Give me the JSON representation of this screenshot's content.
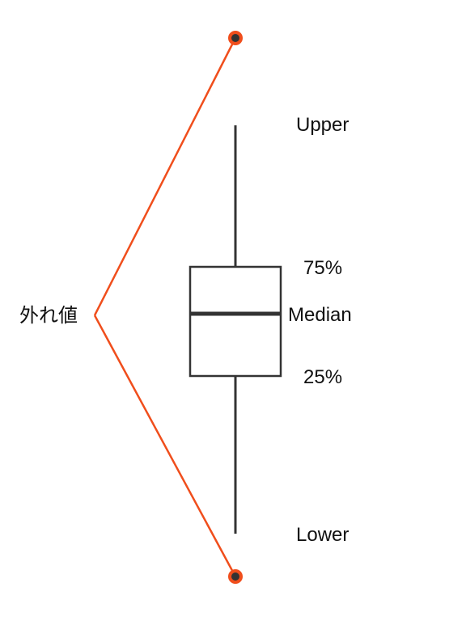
{
  "labels": {
    "upper": "Upper",
    "q3": "75%",
    "median": "Median",
    "q1": "25%",
    "lower": "Lower",
    "outlier": "外れ値"
  },
  "colors": {
    "box": "#333333",
    "outlier_line": "#f04e1c",
    "outlier_point_fill": "#333333",
    "outlier_point_ring": "#f04e1c",
    "background": "#ffffff"
  }
}
